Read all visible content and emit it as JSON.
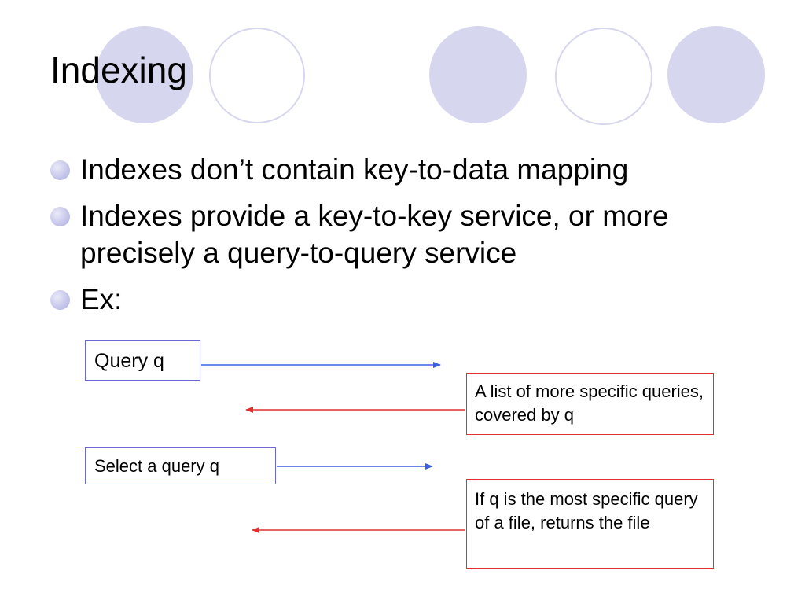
{
  "slide": {
    "title": "Indexing",
    "bullets": [
      "Indexes don’t contain key-to-data mapping",
      "Indexes provide a key-to-key service, or more precisely a query-to-query service",
      "Ex:"
    ],
    "diagram": {
      "query_box": "Query q",
      "list_box": "A list of more specific queries, covered by q",
      "select_box": "Select a query q",
      "file_box": "If q is the most specific query of a file, returns the file"
    }
  },
  "colors": {
    "accent_circle": "#d6d6ef",
    "forward_arrow": "#3a5ee6",
    "return_arrow": "#e03030"
  }
}
